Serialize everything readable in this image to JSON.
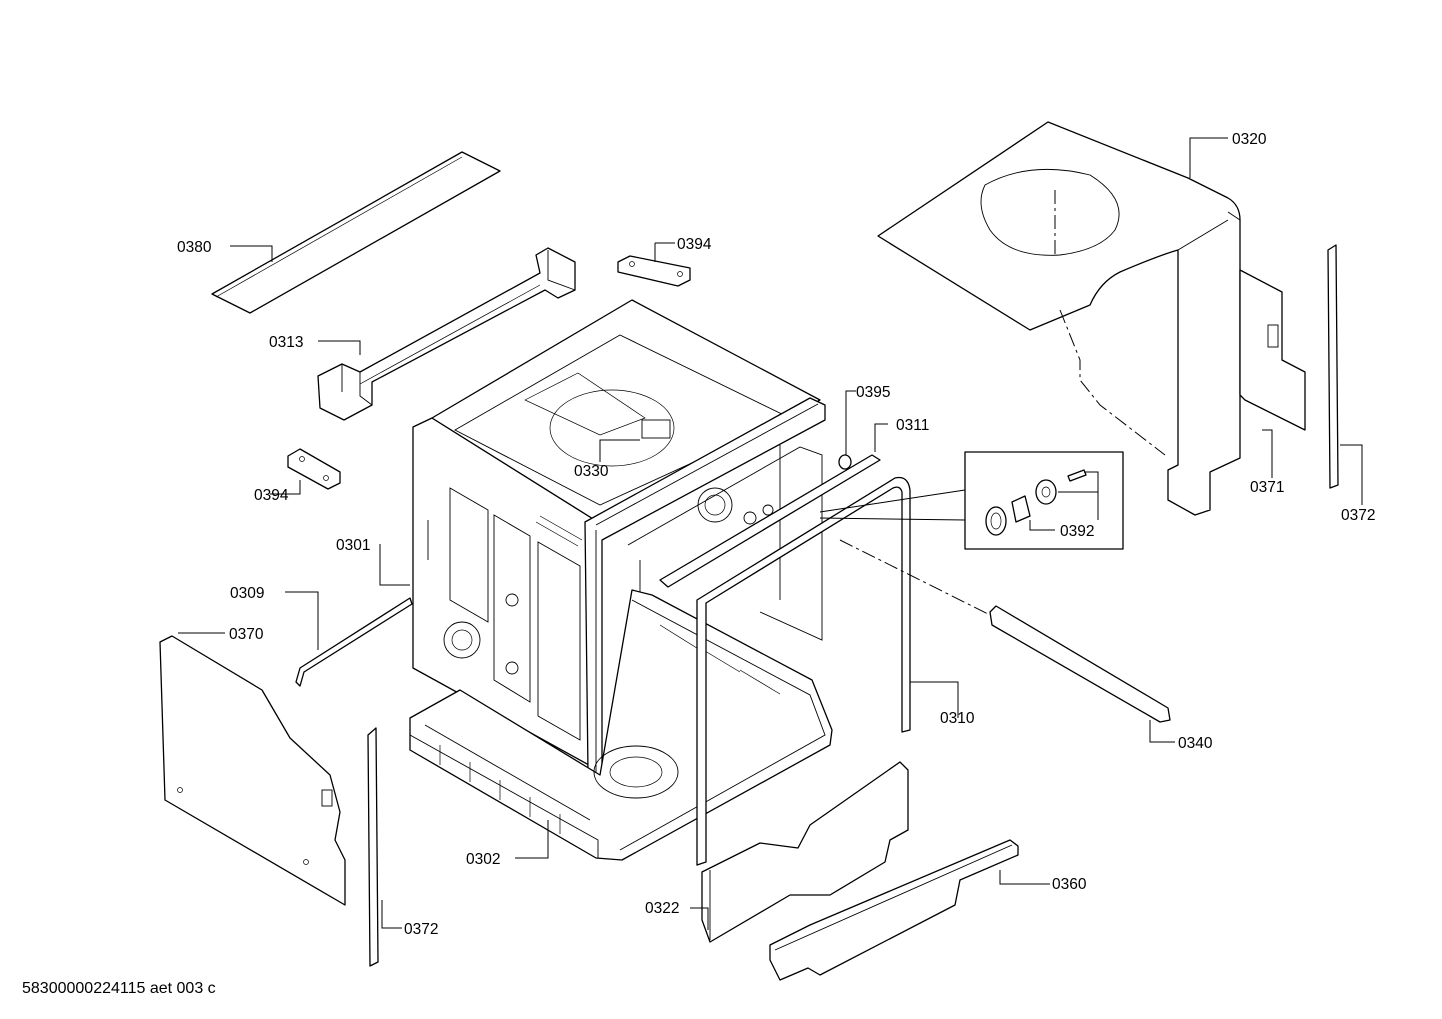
{
  "labels": {
    "p0301": "0301",
    "p0302": "0302",
    "p0309": "0309",
    "p0310": "0310",
    "p0311": "0311",
    "p0313": "0313",
    "p0320": "0320",
    "p0322": "0322",
    "p0330": "0330",
    "p0340": "0340",
    "p0360": "0360",
    "p0370": "0370",
    "p0371": "0371",
    "p0372_right": "0372",
    "p0372_left": "0372",
    "p0380": "0380",
    "p0392": "0392",
    "p0394_top": "0394",
    "p0394_left": "0394",
    "p0395": "0395"
  },
  "footer": "58300000224115 aet 003 c"
}
